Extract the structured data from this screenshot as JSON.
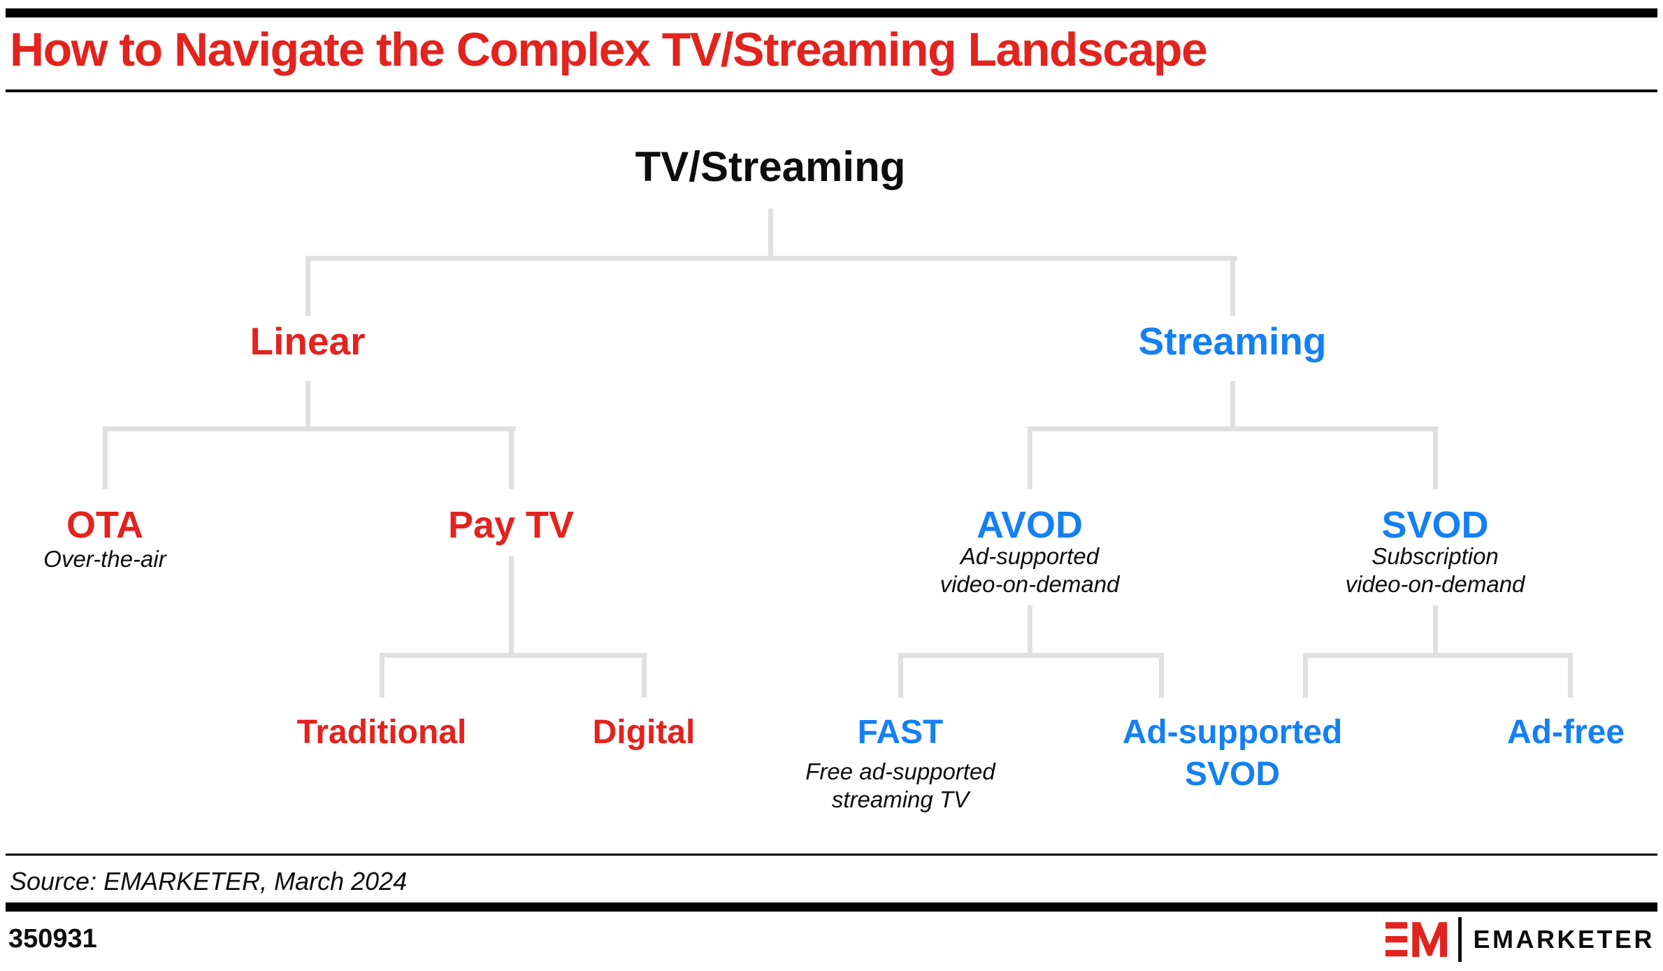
{
  "header": {
    "title": "How to Navigate the Complex TV/Streaming Landscape"
  },
  "tree": {
    "root": {
      "label": "TV/Streaming"
    },
    "linear": {
      "label": "Linear"
    },
    "streaming": {
      "label": "Streaming"
    },
    "ota": {
      "label": "OTA",
      "subtitle": "Over-the-air"
    },
    "paytv": {
      "label": "Pay TV"
    },
    "avod": {
      "label": "AVOD",
      "subtitle_line1": "Ad-supported",
      "subtitle_line2": "video-on-demand"
    },
    "svod": {
      "label": "SVOD",
      "subtitle_line1": "Subscription",
      "subtitle_line2": "video-on-demand"
    },
    "traditional": {
      "label": "Traditional"
    },
    "digital": {
      "label": "Digital"
    },
    "fast": {
      "label": "FAST",
      "subtitle_line1": "Free ad-supported",
      "subtitle_line2": "streaming TV"
    },
    "adsupported_svod": {
      "label_line1": "Ad-supported",
      "label_line2": "SVOD"
    },
    "adfree": {
      "label": "Ad-free"
    }
  },
  "footer": {
    "source": "Source: EMARKETER, March 2024",
    "chart_id": "350931",
    "brand": "EMARKETER"
  },
  "colors": {
    "red": "#e2231e",
    "blue": "#1480f2",
    "connector": "#e0e0e0"
  }
}
